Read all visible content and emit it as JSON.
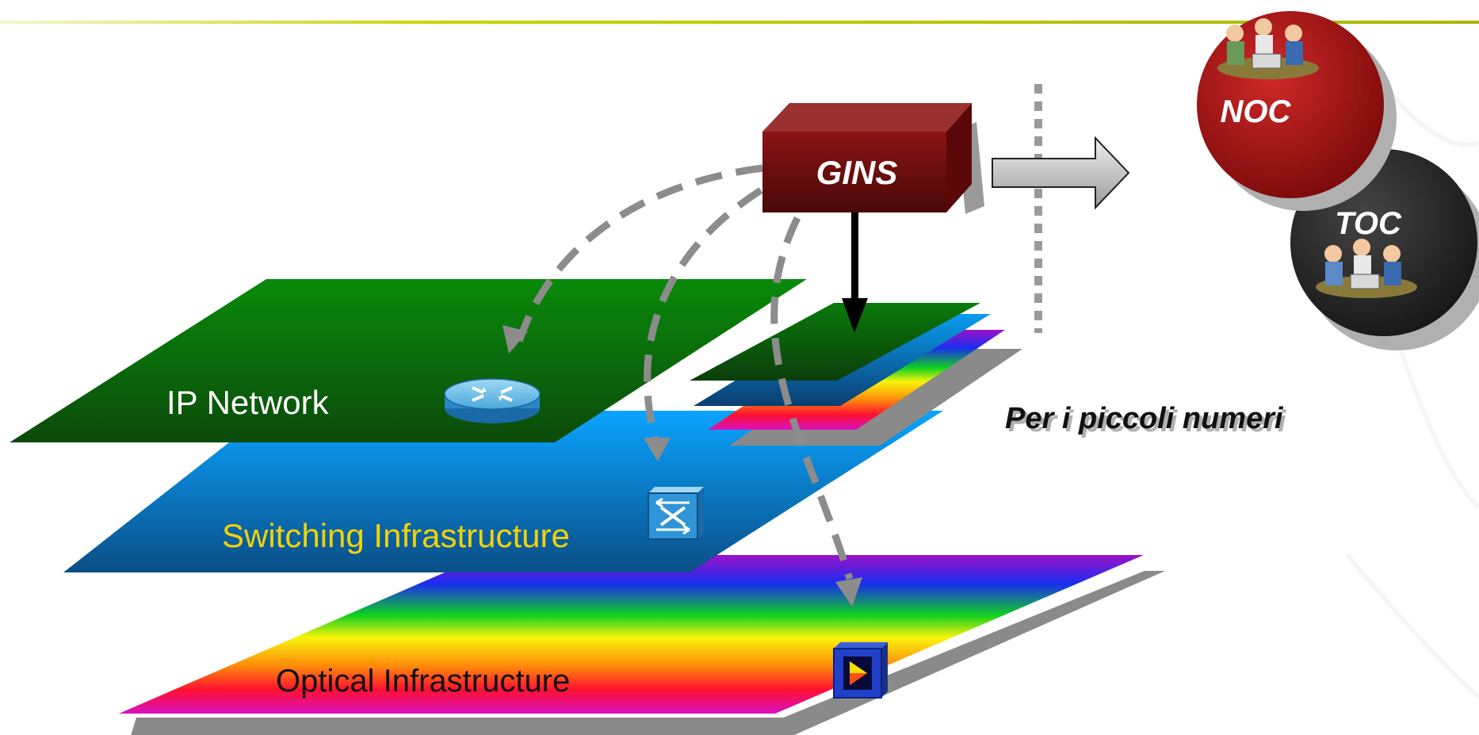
{
  "layers": {
    "ip": {
      "label": "IP Network"
    },
    "switching": {
      "label": "Switching Infrastructure"
    },
    "optical": {
      "label": "Optical Infrastructure"
    }
  },
  "gins": {
    "label": "GINS"
  },
  "noc": {
    "label": "NOC"
  },
  "toc": {
    "label": "TOC"
  },
  "note": {
    "label": "Per i piccoli numeri"
  },
  "colors": {
    "header_line": "#c8d400",
    "ip_green": "#0f7a0f",
    "switch_blue": "#0a9cf0",
    "gins_red": "#7a0c0c",
    "noc_red": "#b01818",
    "toc_dark": "#2a2a2a",
    "switch_label": "#f2d20a"
  },
  "icons": [
    "router-icon",
    "switch-icon",
    "optical-device-icon",
    "people-icon"
  ]
}
